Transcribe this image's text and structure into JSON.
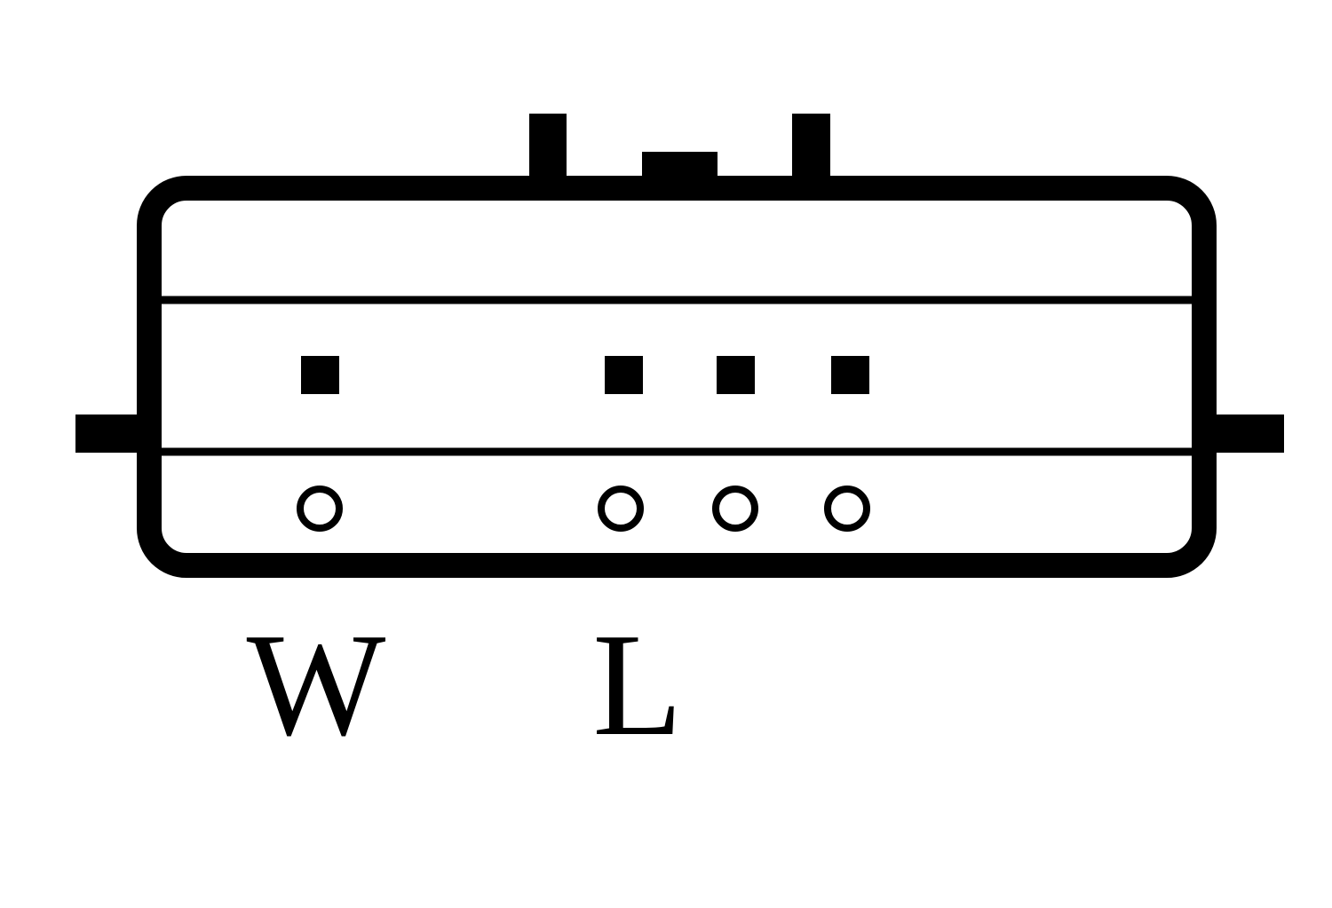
{
  "connector": {
    "colors": {
      "stroke": "#000000",
      "background": "#ffffff"
    },
    "pin_rows": {
      "square_pin_count": 4,
      "round_pin_count": 4
    },
    "terminals": [
      {
        "label": "W"
      },
      {
        "label": "L"
      }
    ]
  }
}
